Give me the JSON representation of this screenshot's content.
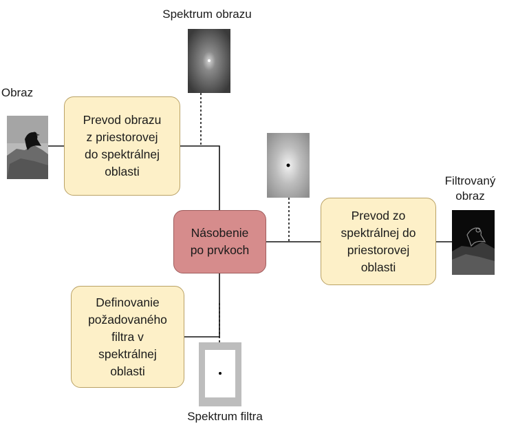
{
  "labels": {
    "image_spectrum": "Spektrum obrazu",
    "image": "Obraz",
    "filtered_image": "Filtrovaný\nobraz",
    "filter_spectrum": "Spektrum filtra"
  },
  "boxes": {
    "to_spectral": "Prevod obrazu\nz priestorovej\ndo spektrálnej\noblasti",
    "multiply": "Násobenie\npo prvkoch",
    "to_spatial": "Prevod zo\nspektrálnej do\npriestorovej\noblasti",
    "define_filter": "Definovanie\npožadovaného\nfiltra v\nspektrálnej\noblasti"
  },
  "colors": {
    "process_box_fill": "#fdf0c8",
    "multiply_box_fill": "#d68c8c"
  }
}
